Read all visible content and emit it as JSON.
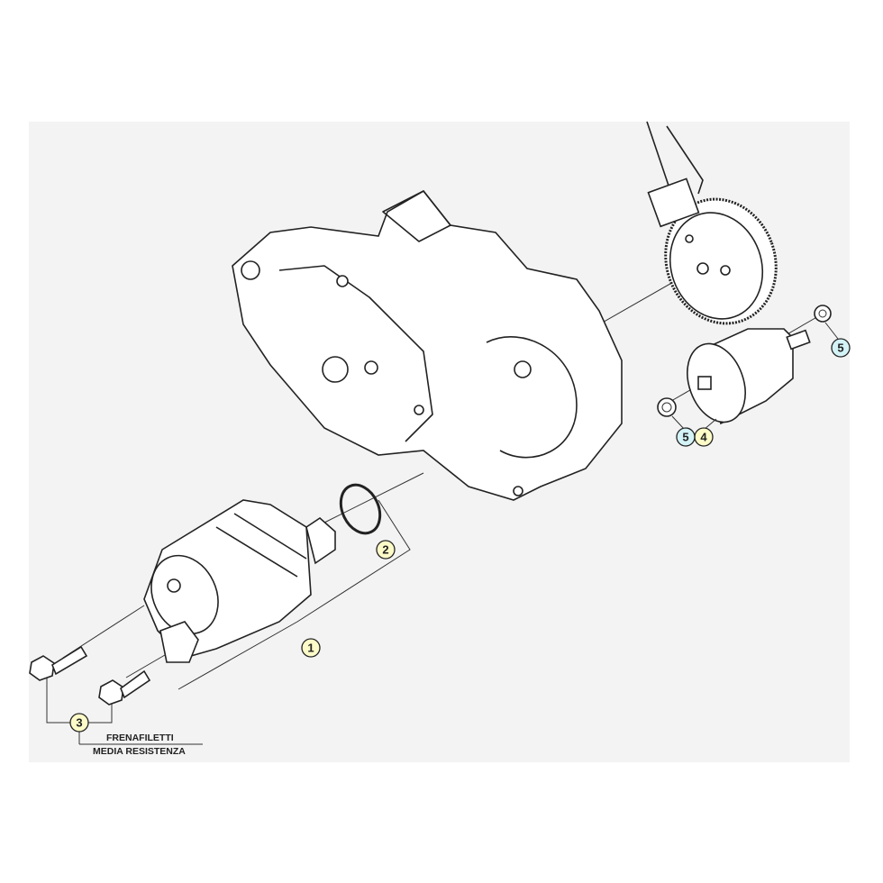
{
  "callouts": [
    {
      "id": "1",
      "label": "1",
      "color": "#fdfbc8"
    },
    {
      "id": "2",
      "label": "2",
      "color": "#fdfbc8"
    },
    {
      "id": "3",
      "label": "3",
      "color": "#fdfbc8"
    },
    {
      "id": "4",
      "label": "4",
      "color": "#fdfbc8"
    },
    {
      "id": "5a",
      "label": "5",
      "color": "#d3f3f7"
    },
    {
      "id": "5b",
      "label": "5",
      "color": "#d3f3f7"
    }
  ],
  "note": {
    "line1": "FRENAFILETTI",
    "line2": "MEDIA RESISTENZA"
  }
}
